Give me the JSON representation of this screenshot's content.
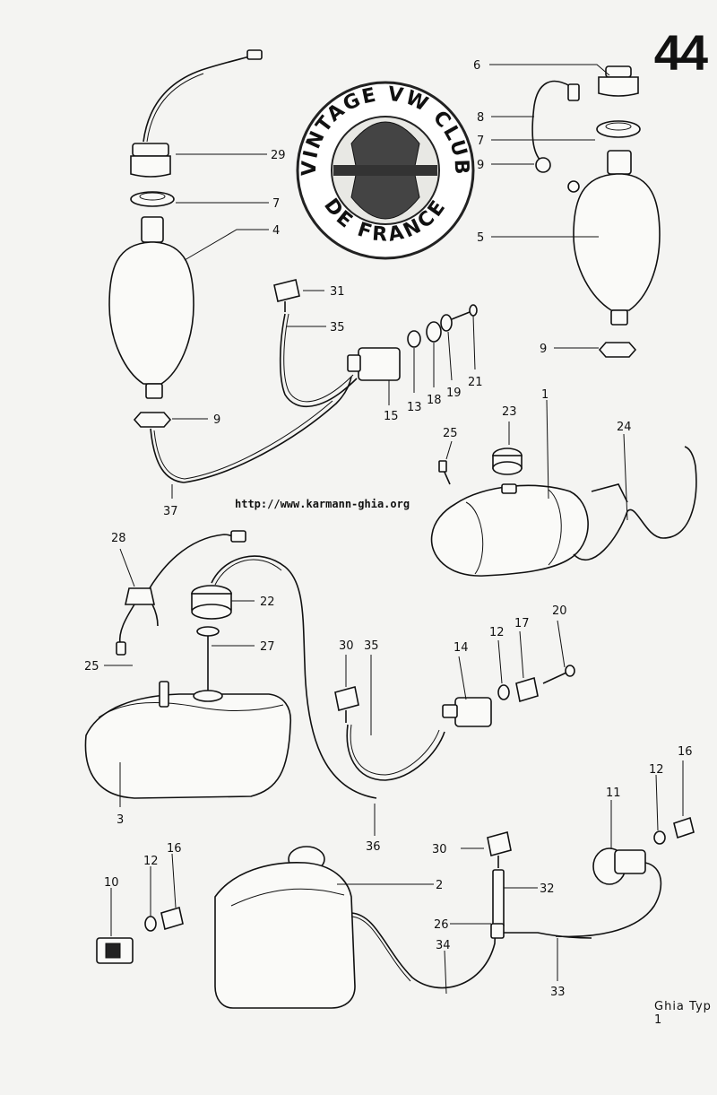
{
  "page": {
    "number": "44",
    "url": "http://www.karmann-ghia.org",
    "footer": "Ghia Typ 1"
  },
  "logo": {
    "top_text": "VINTAGE VW CLUB",
    "bottom_text": "DE FRANCE"
  },
  "callouts": {
    "c29": "29",
    "c7a": "7",
    "c4": "4",
    "c9a": "9",
    "c37": "37",
    "c6": "6",
    "c8": "8",
    "c7b": "7",
    "c9b": "9",
    "c5": "5",
    "c9c": "9",
    "c31": "31",
    "c35a": "35",
    "c15": "15",
    "c13": "13",
    "c18": "18",
    "c19": "19",
    "c21": "21",
    "c1": "1",
    "c23": "23",
    "c25a": "25",
    "c24": "24",
    "c28": "28",
    "c22": "22",
    "c27": "27",
    "c25b": "25",
    "c3": "3",
    "c30a": "30",
    "c35b": "35",
    "c14": "14",
    "c12a": "12",
    "c17": "17",
    "c20": "20",
    "c36": "36",
    "c16a": "16",
    "c12b": "12",
    "c11": "11",
    "c10": "10",
    "c12c": "12",
    "c16b": "16",
    "c2": "2",
    "c30b": "30",
    "c32": "32",
    "c26": "26",
    "c34": "34",
    "c33": "33"
  }
}
